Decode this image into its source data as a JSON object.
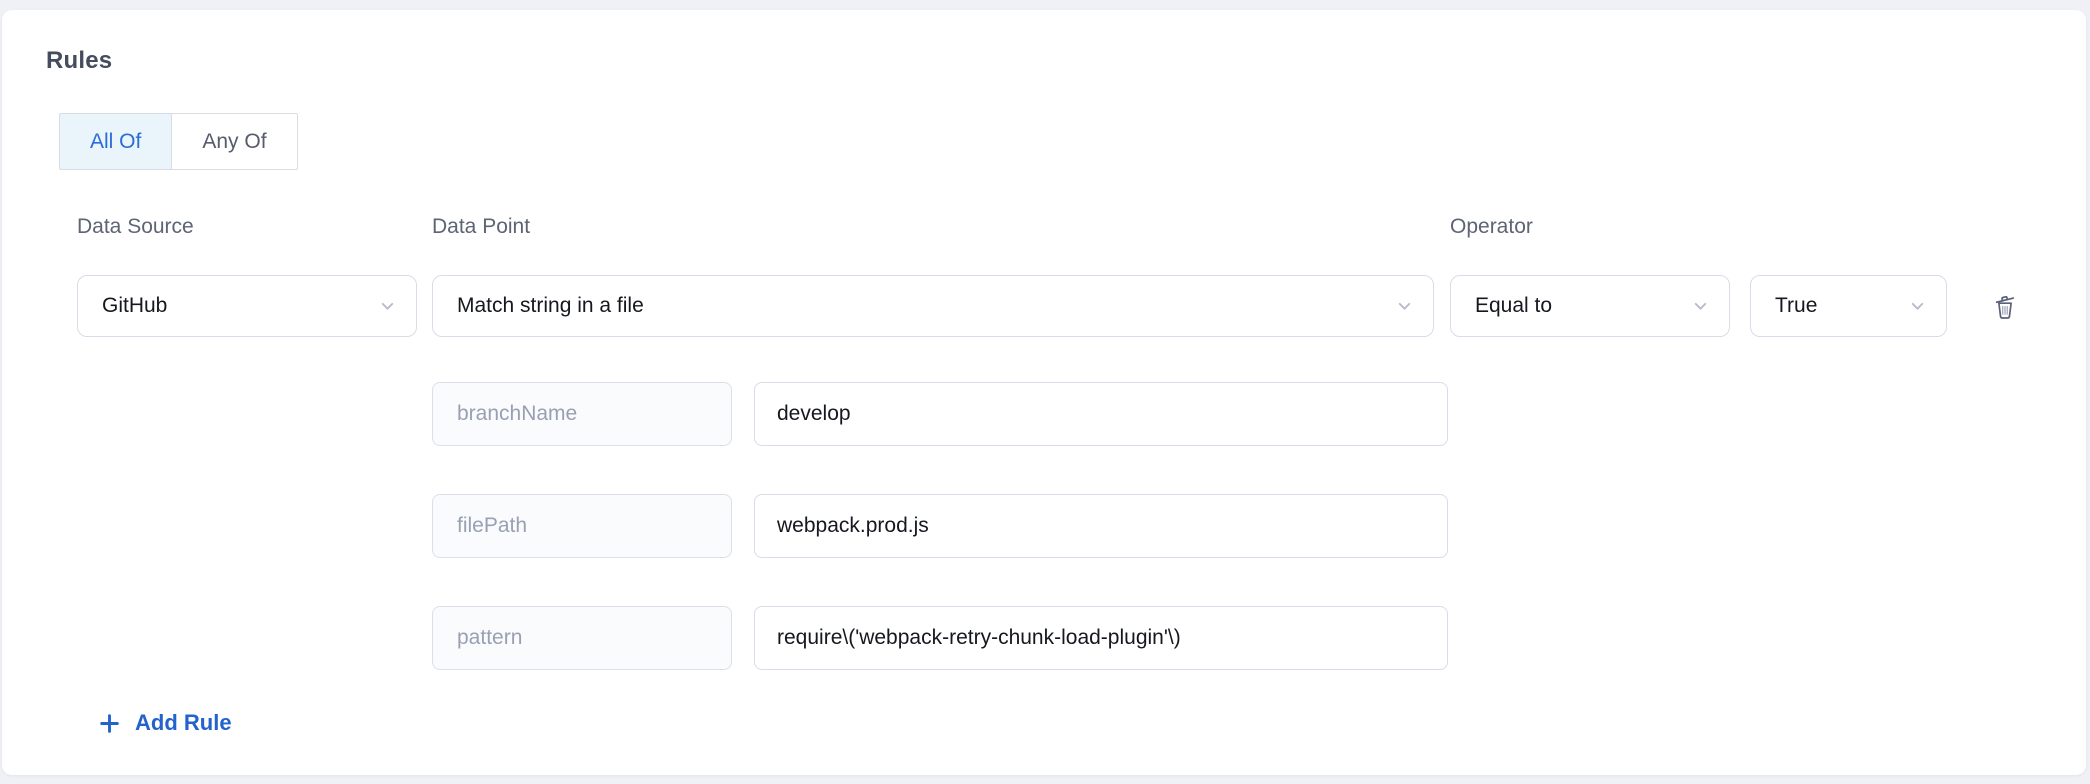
{
  "rules_section": {
    "title": "Rules",
    "toggle": {
      "all_of_label": "All Of",
      "any_of_label": "Any Of",
      "selected": "All Of"
    },
    "labels": {
      "data_source": "Data Source",
      "data_point": "Data Point",
      "operator": "Operator"
    },
    "rule": {
      "data_source_value": "GitHub",
      "data_point_value": "Match string in a file",
      "operator_value": "Equal to",
      "operand_value": "True",
      "params": [
        {
          "key": "branchName",
          "value": "develop"
        },
        {
          "key": "filePath",
          "value": "webpack.prod.js"
        },
        {
          "key": "pattern",
          "value": "require\\('webpack-retry-chunk-load-plugin'\\)"
        }
      ]
    },
    "add_rule_label": "Add Rule"
  },
  "icons": {
    "chevron": "chevron-down-icon",
    "delete": "trash-icon",
    "plus": "plus-icon"
  },
  "colors": {
    "accent_blue": "#2563cc",
    "selected_segment_bg": "#e9f4fb",
    "selected_segment_text": "#2b6cd9",
    "field_border": "#d9dce8",
    "label_text": "#5d6474",
    "key_text": "#9aa0b3",
    "page_bg": "#eff1f6",
    "card_bg": "#ffffff"
  }
}
